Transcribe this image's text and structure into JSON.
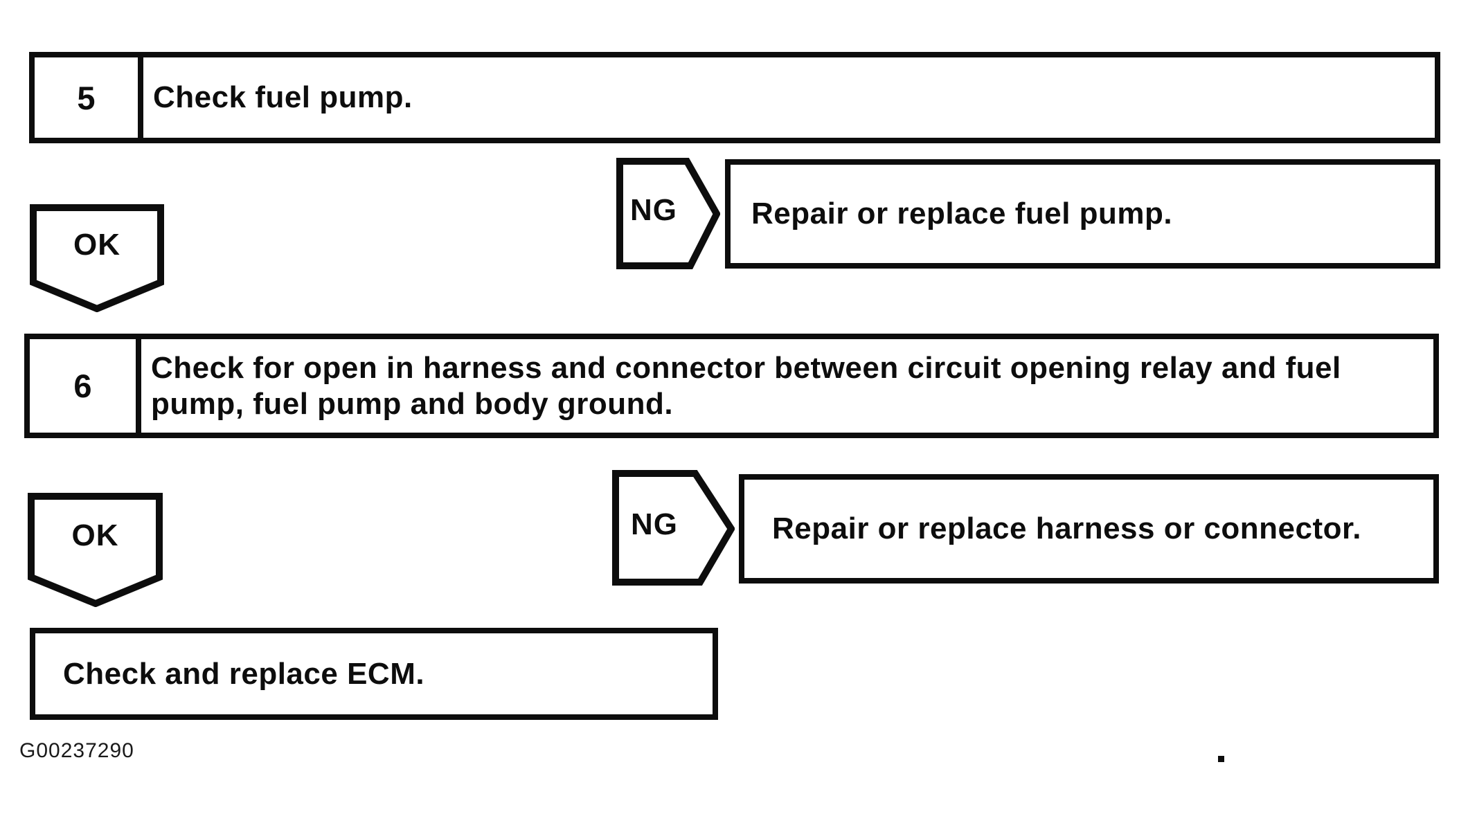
{
  "page": {
    "background": "#ffffff",
    "ink": "#0d0d0d",
    "figure_id": "G00237290"
  },
  "labels": {
    "ok": "OK",
    "ng": "NG"
  },
  "steps": [
    {
      "number": "5",
      "instruction": "Check fuel pump."
    },
    {
      "number": "6",
      "instruction": "Check for open in harness and connector between circuit opening relay and fuel pump, fuel pump and body ground."
    }
  ],
  "ng_results": [
    "Repair or replace fuel pump.",
    "Repair or replace harness or connector."
  ],
  "final_action": "Check and replace ECM."
}
